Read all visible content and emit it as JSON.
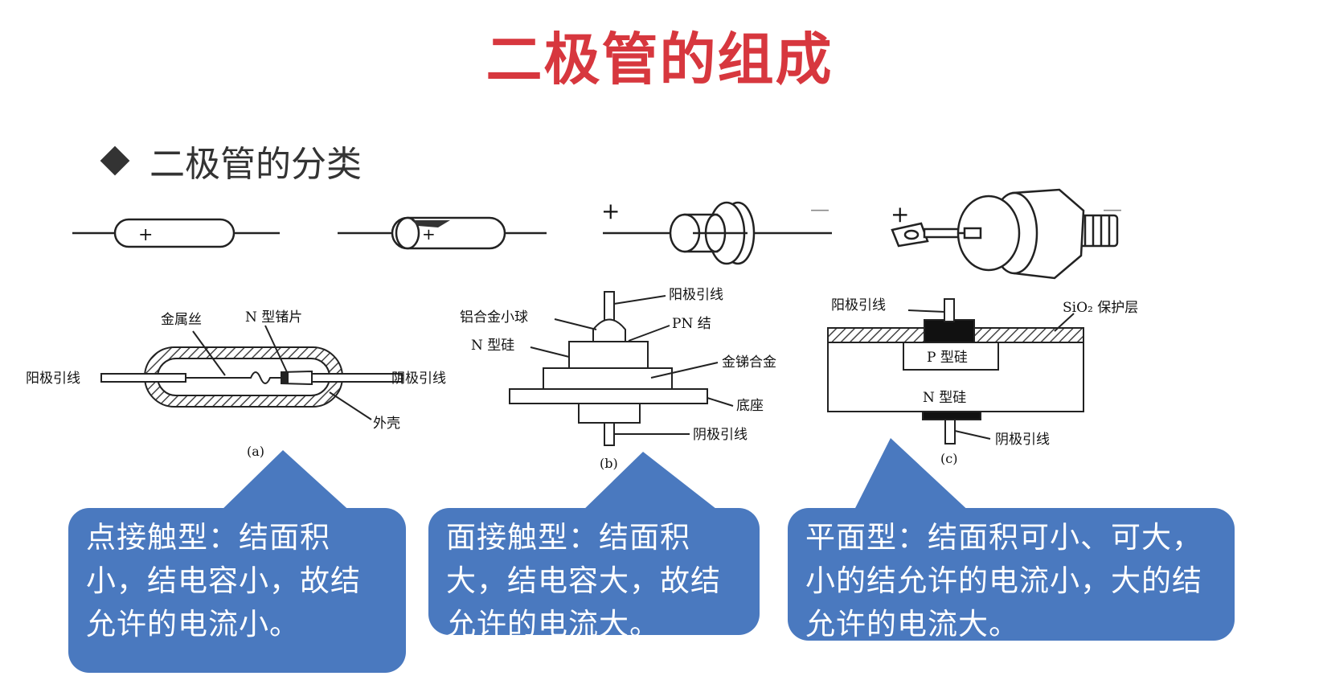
{
  "title": "二极管的组成",
  "subheading": "二极管的分类",
  "symbols": {
    "plus": "+",
    "minus": "—"
  },
  "diagram_a": {
    "labels": {
      "wire": "金属丝",
      "chip": "N 型锗片",
      "anode": "阳极引线",
      "cathode": "阴极引线",
      "shell": "外壳"
    },
    "caption": "(a)"
  },
  "diagram_b": {
    "labels": {
      "anode": "阳极引线",
      "ball": "铝合金小球",
      "pn": "PN 结",
      "nsi": "N 型硅",
      "alloy": "金锑合金",
      "base": "底座",
      "cathode": "阴极引线"
    },
    "caption": "(b)"
  },
  "diagram_c": {
    "labels": {
      "anode": "阳极引线",
      "sio2": "SiO₂ 保护层",
      "psi": "P 型硅",
      "nsi": "N 型硅",
      "cathode": "阴极引线"
    },
    "caption": "(c)"
  },
  "callouts": {
    "point": "点接触型：结面积小，结电容小，故结允许的电流小。",
    "surface": "面接触型：结面积大，结电容大，故结允许的电流大。",
    "planar": "平面型：结面积可小、可大，小的结允许的电流小，大的结允许的电流大。"
  },
  "colors": {
    "title": "#d7373e",
    "callout_fill": "#4a79bf",
    "callout_text": "#ffffff"
  }
}
